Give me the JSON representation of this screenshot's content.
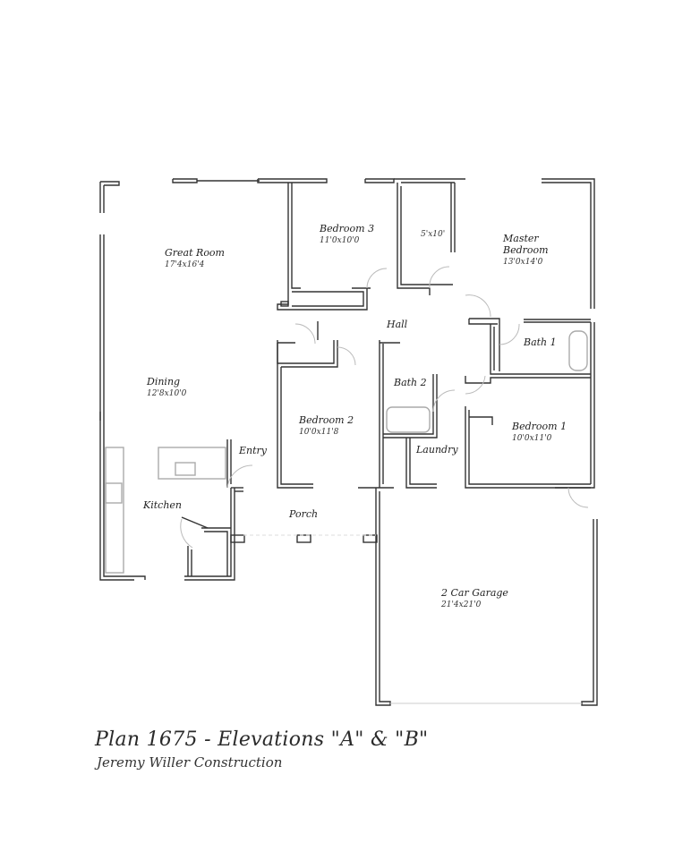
{
  "title": "Plan 1675 - Elevations \"A\" & \"B\"",
  "subtitle": "Jeremy Willer Construction",
  "rooms": {
    "great_room": {
      "name": "Great Room",
      "dims": "17'4x16'4"
    },
    "bedroom3": {
      "name": "Bedroom 3",
      "dims": "11'0x10'0"
    },
    "closet": {
      "name": "5'x10'"
    },
    "master": {
      "name": "Master",
      "name2": "Bedroom",
      "dims": "13'0x14'0"
    },
    "hall": {
      "name": "Hall"
    },
    "bath1": {
      "name": "Bath 1"
    },
    "dining": {
      "name": "Dining",
      "dims": "12'8x10'0"
    },
    "bath2": {
      "name": "Bath 2"
    },
    "bedroom2": {
      "name": "Bedroom 2",
      "dims": "10'0x11'8"
    },
    "bedroom1": {
      "name": "Bedroom 1",
      "dims": "10'0x11'0"
    },
    "entry": {
      "name": "Entry"
    },
    "laundry": {
      "name": "Laundry"
    },
    "kitchen": {
      "name": "Kitchen"
    },
    "porch": {
      "name": "Porch"
    },
    "garage": {
      "name": "2 Car Garage",
      "dims": "21'4x21'0"
    }
  }
}
